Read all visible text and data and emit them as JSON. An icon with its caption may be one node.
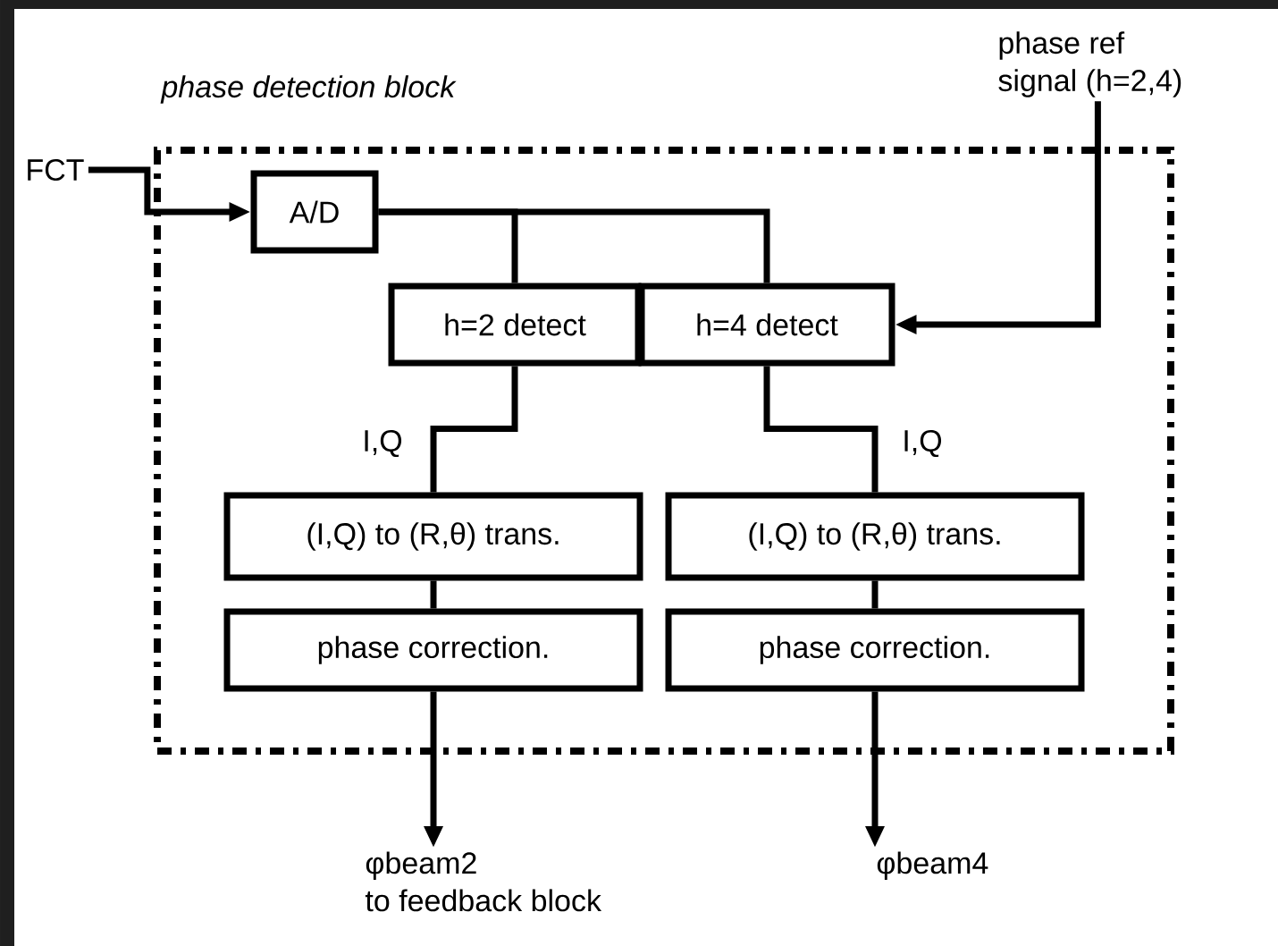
{
  "diagram": {
    "nodes": [
      {
        "text": [
          "phase detection block"
        ]
      },
      {
        "text": [
          "FCT"
        ]
      },
      {
        "text": [
          "A/D"
        ],
        "in": 0
      },
      {
        "text": [
          "h=2 detect"
        ],
        "in": 0
      },
      {
        "text": [
          "h=4 detect"
        ],
        "in": 0
      },
      {
        "text": [
          "phase ref signal (h=2,4)"
        ]
      },
      {
        "text": [
          "(I,Q) to (R,θ) trans."
        ],
        "in": 0
      },
      {
        "text": [
          "(I,Q) to (R,θ) trans."
        ],
        "in": 0
      },
      {
        "text": [
          "phase correction."
        ],
        "in": 0
      },
      {
        "text": [
          "phase correction."
        ],
        "in": 0
      },
      {
        "text": [
          "φbeam2",
          "to feedback block"
        ]
      },
      {
        "text": [
          "φbeam4"
        ]
      }
    ],
    "edges": [
      {
        "from": 1,
        "to": 2,
        "arrow": "to"
      },
      {
        "from": 2,
        "to": 3,
        "arrow": "none"
      },
      {
        "from": 2,
        "to": 4,
        "arrow": "none"
      },
      {
        "from": 5,
        "to": 4,
        "arrow": "to"
      },
      {
        "from": 3,
        "to": 6,
        "arrow": "none",
        "label": "I,Q"
      },
      {
        "from": 4,
        "to": 7,
        "arrow": "none",
        "label": "I,Q"
      },
      {
        "from": 6,
        "to": 8,
        "arrow": "none"
      },
      {
        "from": 7,
        "to": 9,
        "arrow": "none"
      },
      {
        "from": 8,
        "to": 10,
        "arrow": "to"
      },
      {
        "from": 9,
        "to": 11,
        "arrow": "to"
      }
    ]
  }
}
